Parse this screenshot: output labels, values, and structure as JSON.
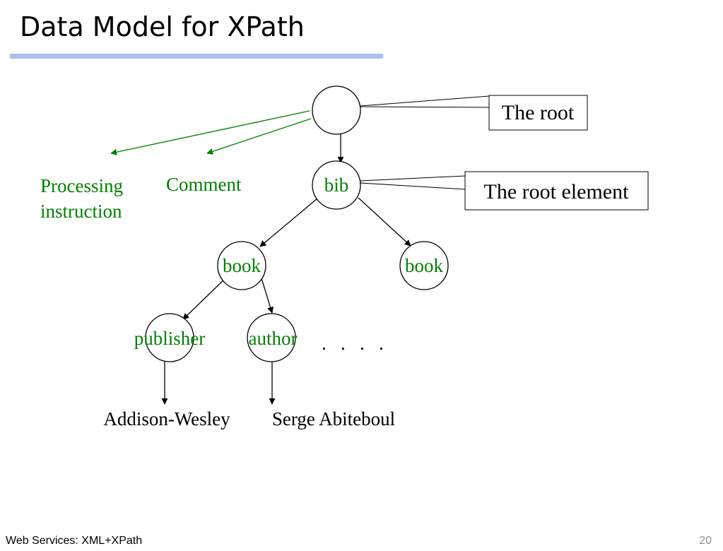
{
  "slide": {
    "title": "Data Model for XPath",
    "footer_left": "Web Services: XML+XPath",
    "page_number": "20"
  },
  "diagram": {
    "nodes": {
      "root": "",
      "bib": "bib",
      "book1": "book",
      "book2": "book",
      "publisher": "publisher",
      "author": "author"
    },
    "side_labels": {
      "processing_line1": "Processing",
      "processing_line2": "instruction",
      "comment": "Comment"
    },
    "callouts": {
      "root": "The root",
      "root_element": "The root element"
    },
    "values": {
      "publisher_text": "Addison-Wesley",
      "author_text": "Serge Abiteboul"
    },
    "ellipsis": ".   .   .   ."
  },
  "colors": {
    "node_text": "#008000",
    "arrows_green": "#008000",
    "title_underline": "#a9bff0"
  }
}
